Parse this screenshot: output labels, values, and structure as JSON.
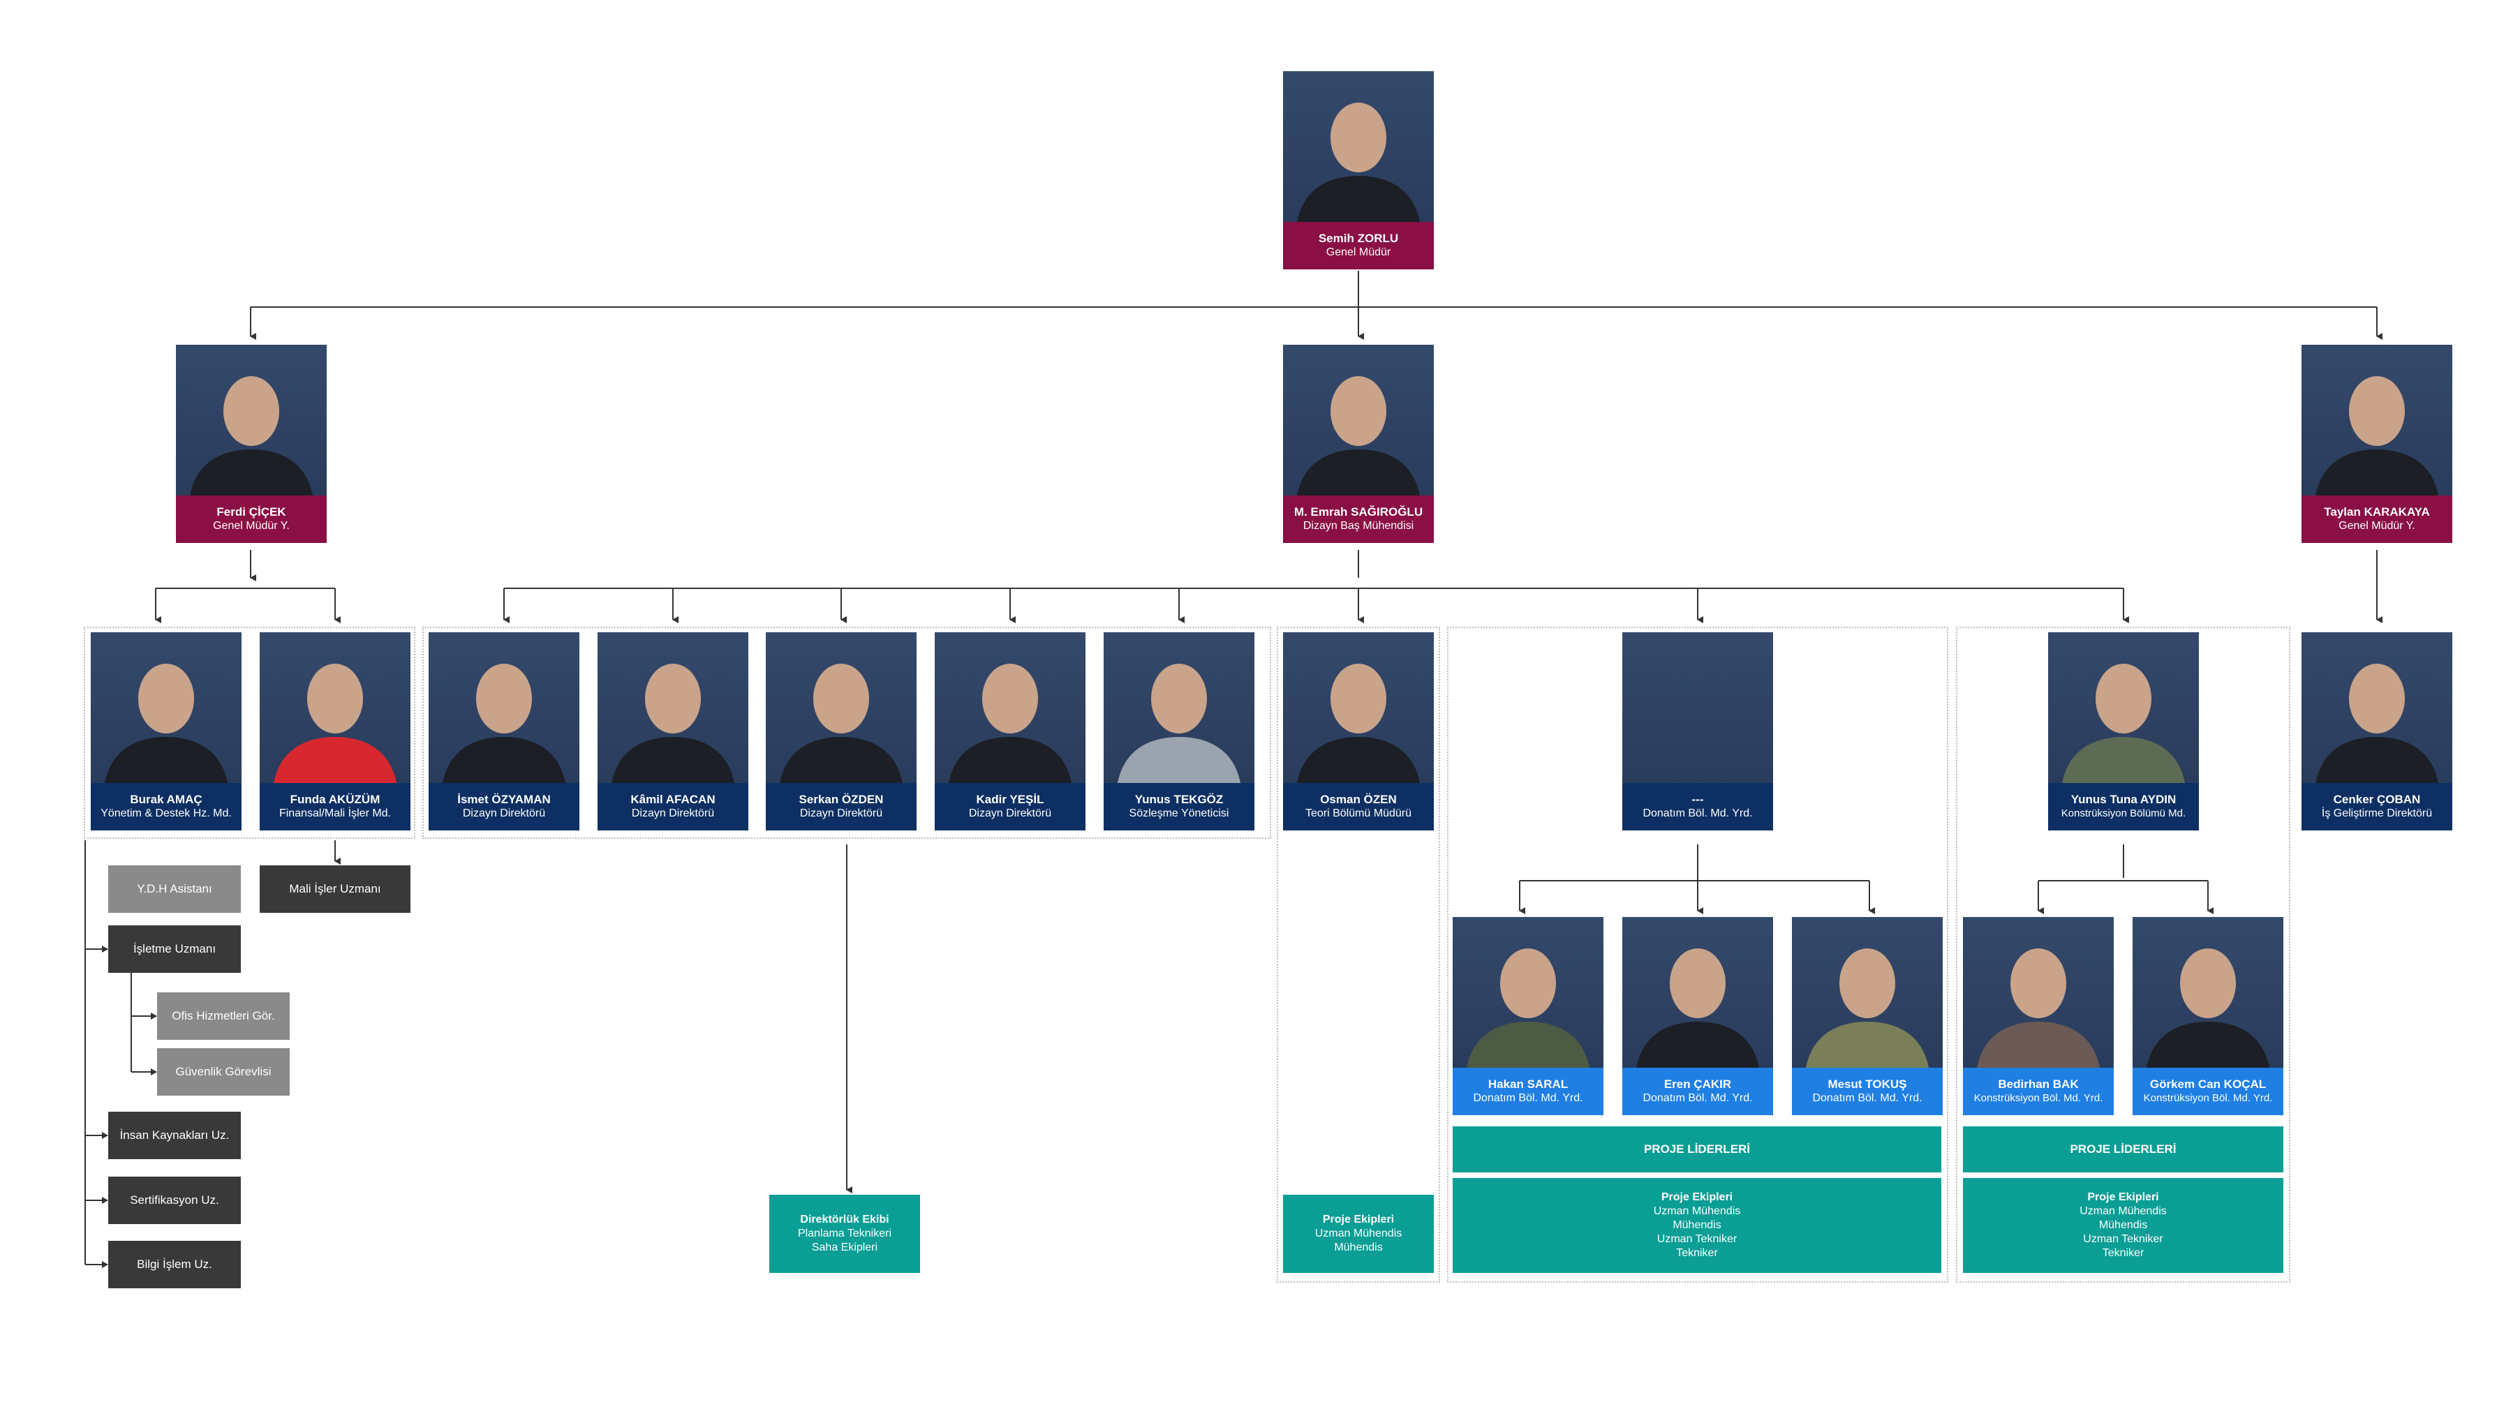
{
  "people": {
    "semih": {
      "name": "Semih ZORLU",
      "role": "Genel Müdür"
    },
    "ferdi": {
      "name": "Ferdi ÇİÇEK",
      "role": "Genel Müdür Y."
    },
    "emrah": {
      "name": "M. Emrah SAĞIROĞLU",
      "role": "Dizayn Baş Mühendisi"
    },
    "taylan": {
      "name": "Taylan KARAKAYA",
      "role": "Genel Müdür Y."
    },
    "burak": {
      "name": "Burak AMAÇ",
      "role": "Yönetim & Destek Hz. Md."
    },
    "funda": {
      "name": "Funda AKÜZÜM",
      "role": "Finansal/Mali İşler Md."
    },
    "ismet": {
      "name": "İsmet ÖZYAMAN",
      "role": "Dizayn Direktörü"
    },
    "kamil": {
      "name": "Kâmil AFACAN",
      "role": "Dizayn Direktörü"
    },
    "serkan": {
      "name": "Serkan ÖZDEN",
      "role": "Dizayn Direktörü"
    },
    "kadir": {
      "name": "Kadir YEŞİL",
      "role": "Dizayn Direktörü"
    },
    "yunus_t": {
      "name": "Yunus TEKGÖZ",
      "role": "Sözleşme Yöneticisi"
    },
    "osman": {
      "name": "Osman ÖZEN",
      "role": "Teori Bölümü Müdürü"
    },
    "vacant": {
      "name": "---",
      "role": "Donatım Böl. Md. Yrd."
    },
    "yunus_a": {
      "name": "Yunus Tuna AYDIN",
      "role": "Konstrüksiyon Bölümü Md."
    },
    "cenker": {
      "name": "Cenker ÇOBAN",
      "role": "İş Geliştirme Direktörü"
    },
    "hakan": {
      "name": "Hakan SARAL",
      "role": "Donatım Böl. Md. Yrd."
    },
    "eren": {
      "name": "Eren ÇAKIR",
      "role": "Donatım Böl. Md. Yrd."
    },
    "mesut": {
      "name": "Mesut TOKUŞ",
      "role": "Donatım Böl. Md. Yrd."
    },
    "bedirhan": {
      "name": "Bedirhan BAK",
      "role": "Konstrüksiyon Böl. Md. Yrd."
    },
    "gorkem": {
      "name": "Görkem Can KOÇAL",
      "role": "Konstrüksiyon Böl. Md. Yrd."
    }
  },
  "staff_roles": {
    "ydh": "Y.D.H Asistanı",
    "mali": "Mali İşler Uzmanı",
    "isletme": "İşletme Uzmanı",
    "ofis": "Ofis Hizmetleri Gör.",
    "guvenlik": "Güvenlik Görevlisi",
    "ik": "İnsan Kaynakları Uz.",
    "sertifikasyon": "Sertifikasyon Uz.",
    "bilgi": "Bilgi İşlem Uz."
  },
  "teams": {
    "direktorluk": {
      "title": "Direktörlük Ekibi",
      "lines": [
        "Planlama Teknikeri",
        "Saha Ekipleri"
      ]
    },
    "teori_proje": {
      "title": "Proje Ekipleri",
      "lines": [
        "Uzman Mühendis",
        "Mühendis"
      ]
    },
    "donatim_leaders": "PROJE LİDERLERİ",
    "donatim_proje": {
      "title": "Proje Ekipleri",
      "lines": [
        "Uzman Mühendis",
        "Mühendis",
        "Uzman Tekniker",
        "Tekniker"
      ]
    },
    "kons_leaders": "PROJE LİDERLERİ",
    "kons_proje": {
      "title": "Proje Ekipleri",
      "lines": [
        "Uzman Mühendis",
        "Mühendis",
        "Uzman Tekniker",
        "Tekniker"
      ]
    }
  },
  "colors": {
    "executive": "#8a0f45",
    "director": "#0d2f63",
    "deputy": "#1f7fe3",
    "staff_dark": "#393939",
    "staff_grey": "#8a8a8a",
    "team": "#0a9e95"
  }
}
